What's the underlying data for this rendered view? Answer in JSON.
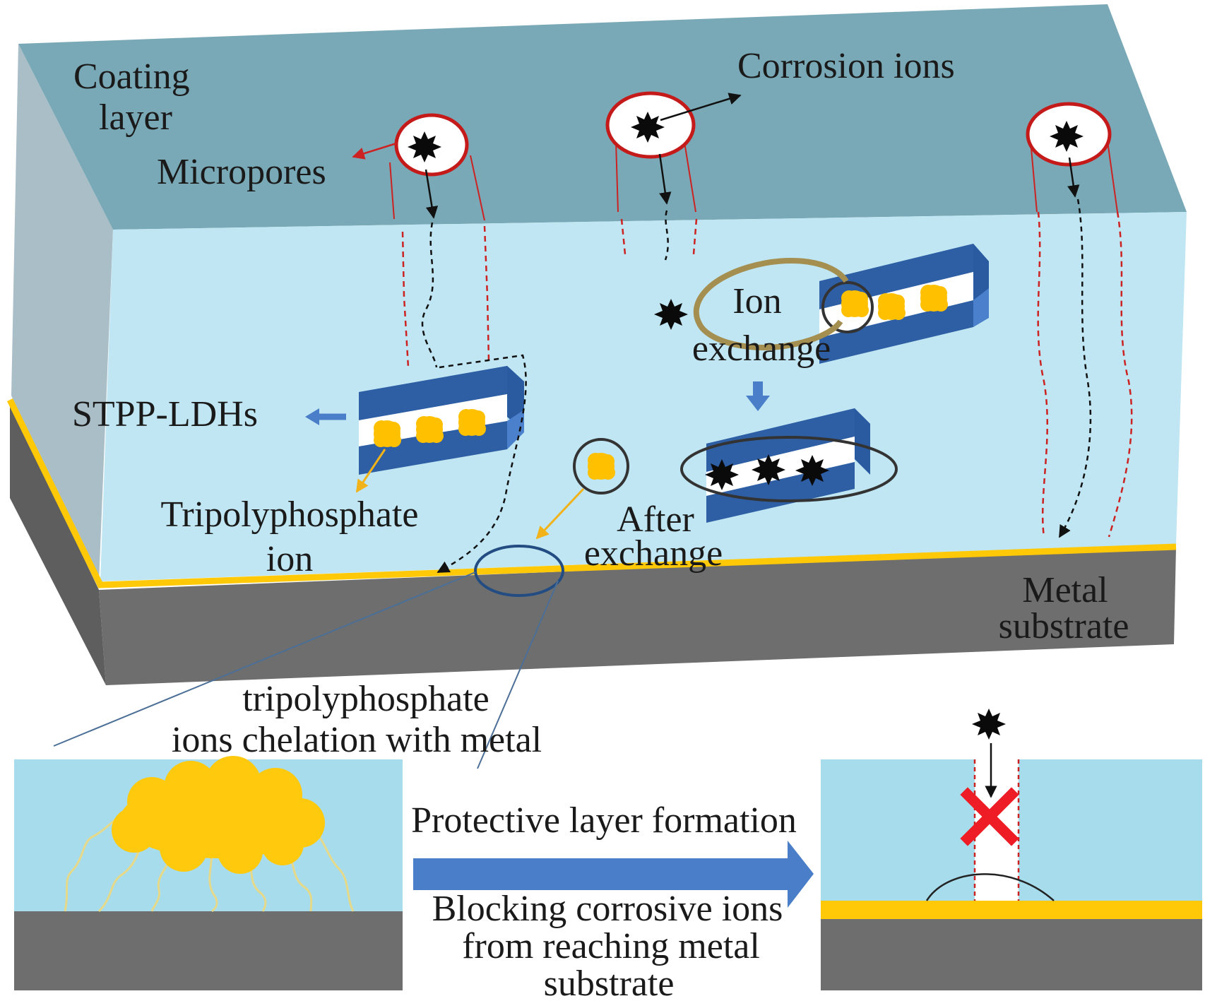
{
  "labels": {
    "coating_layer": [
      "Coating",
      "layer"
    ],
    "micropores": "Micropores",
    "corrosion_ions": "Corrosion ions",
    "ion_exchange": [
      "Ion",
      "exchange"
    ],
    "stpp_ldhs": "STPP-LDHs",
    "tripolyphosphate_ion": [
      "Tripolyphosphate",
      "ion"
    ],
    "after_exchange": [
      "After",
      "exchange"
    ],
    "metal_substrate": [
      "Metal",
      "substrate"
    ],
    "chelation": [
      "tripolyphosphate",
      "ions chelation with metal"
    ],
    "protective_layer_formation": "Protective layer formation",
    "blocking": [
      "Blocking corrosive ions",
      "from reaching metal",
      "substrate"
    ]
  },
  "colors": {
    "coating_top": "#7aaab8",
    "coating_front": "#bfe6f2",
    "coating_side": "#a7bcc4",
    "metal": "#6e6e6e",
    "metal_dark": "#5a5a5a",
    "protective_film": "#ffc907",
    "ldh_blue": "#3f74c0",
    "ldh_dark": "#2e5ea4",
    "ion_yellow": "#ffc000",
    "pore_red": "#cc2222",
    "arrow_blue": "#4a7ec8",
    "cross_red": "#ee1c24"
  },
  "icons": {
    "corrosion_ion": "black-spiky-ion-icon",
    "tripolyphosphate_ion": "yellow-blob-ion-icon",
    "block": "red-cross-icon"
  }
}
